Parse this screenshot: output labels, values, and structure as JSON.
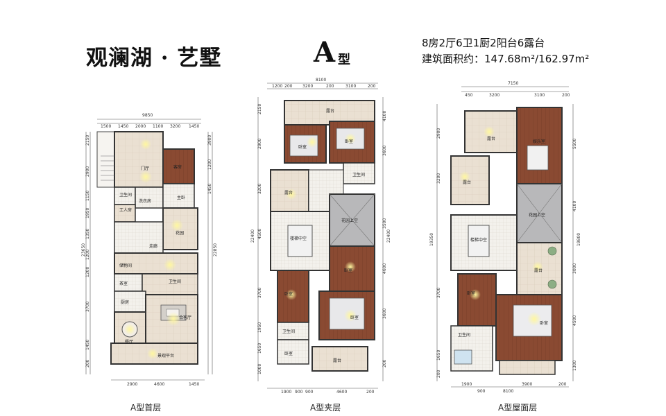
{
  "header": {
    "project_title": "观澜湖 · 艺墅",
    "type_letter": "A",
    "type_suffix": "型",
    "room_summary": "8房2厅6卫1厨2阳台6露台",
    "area_label": "建筑面积约：",
    "area_value": "147.68m²/162.97m²"
  },
  "plans": [
    {
      "label": "A型首层",
      "top_dims": [
        "9850",
        "1500",
        "1450",
        "2000",
        "1100",
        "3200",
        "1450"
      ],
      "side_dims": [
        "2150",
        "2900",
        "1150",
        "1950",
        "1350",
        "1200",
        "1200",
        "3700",
        "1450",
        "200",
        "3900",
        "1200",
        "1450",
        "23650",
        "22850"
      ],
      "bottom_dims": [
        "2900",
        "4600",
        "1450"
      ],
      "rooms": [
        "门厅",
        "客房",
        "卫生间",
        "洗衣房",
        "工人房",
        "主卧",
        "花园",
        "走廊",
        "储物间",
        "茶室",
        "卫生间",
        "厨房",
        "会客厅",
        "餐厅",
        "景观平台"
      ]
    },
    {
      "label": "A型夹层",
      "top_dims": [
        "8100",
        "1200",
        "200",
        "3200",
        "200",
        "3100",
        "200"
      ],
      "side_dims": [
        "2150",
        "2900",
        "3200",
        "4500",
        "3700",
        "1950",
        "1650",
        "1000",
        "22400",
        "4100",
        "3600",
        "3500",
        "4600",
        "3600",
        "200",
        "22400"
      ],
      "bottom_dims": [
        "1900",
        "900",
        "900",
        "4600",
        "200"
      ],
      "rooms": [
        "露台",
        "卧室",
        "卧室",
        "卫生间",
        "露台",
        "楼梯中空",
        "花园上空",
        "卧室",
        "卧室",
        "卧室",
        "卫生间",
        "卧室",
        "露台"
      ]
    },
    {
      "label": "A型屋面层",
      "top_dims": [
        "7150",
        "450",
        "3200",
        "3100",
        "200"
      ],
      "side_dims": [
        "2900",
        "3200",
        "19350",
        "3700",
        "1650",
        "200",
        "5500",
        "4100",
        "3000",
        "4500",
        "1300",
        "19800"
      ],
      "bottom_dims": [
        "1900",
        "900",
        "3900",
        "200",
        "8100"
      ],
      "rooms": [
        "露台",
        "娱乐室",
        "露台",
        "花园上空",
        "楼梯中空",
        "露台",
        "卧室",
        "卧室",
        "卫生间"
      ]
    }
  ]
}
